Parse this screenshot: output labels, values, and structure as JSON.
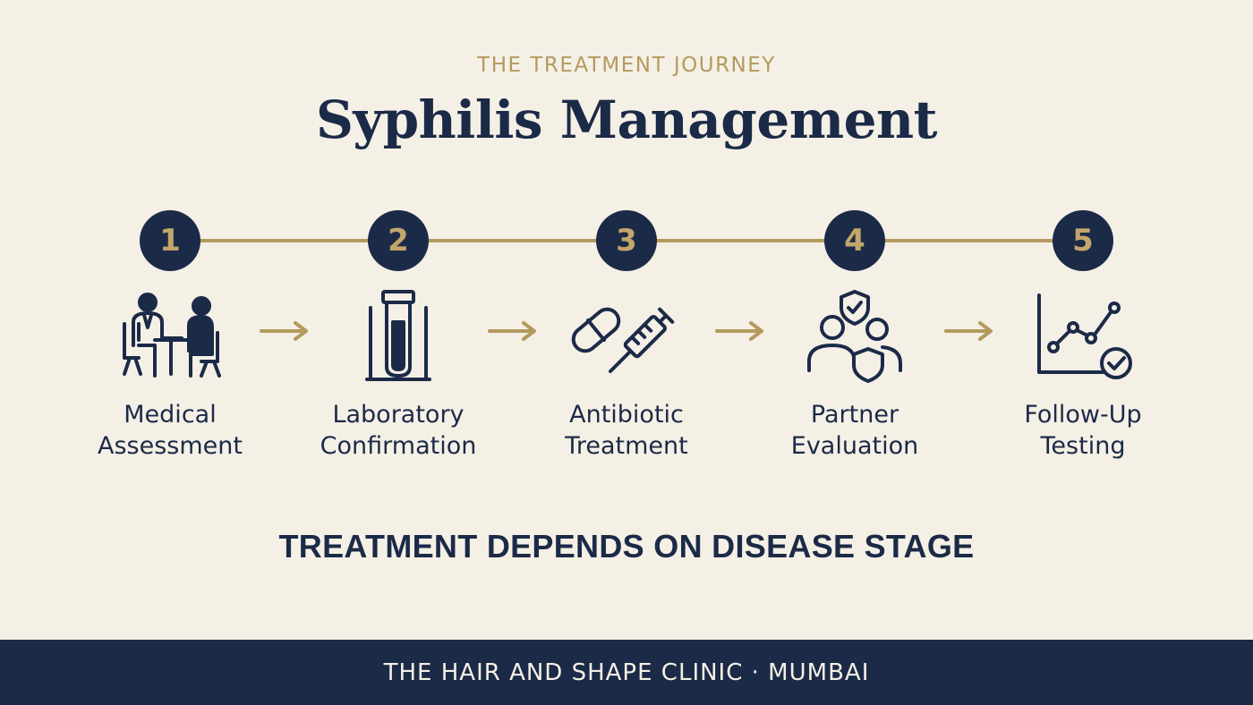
{
  "header": {
    "eyebrow": "THE TREATMENT JOURNEY",
    "title": "Syphilis Management"
  },
  "steps": [
    {
      "number": "1",
      "icon": "doctor-consultation-icon",
      "label_line1": "Medical",
      "label_line2": "Assessment"
    },
    {
      "number": "2",
      "icon": "test-tube-icon",
      "label_line1": "Laboratory",
      "label_line2": "Confirmation"
    },
    {
      "number": "3",
      "icon": "pill-syringe-icon",
      "label_line1": "Antibiotic",
      "label_line2": "Treatment"
    },
    {
      "number": "4",
      "icon": "partners-shield-icon",
      "label_line1": "Partner",
      "label_line2": "Evaluation"
    },
    {
      "number": "5",
      "icon": "trend-chart-check-icon",
      "label_line1": "Follow-Up",
      "label_line2": "Testing"
    }
  ],
  "tagline": "TREATMENT DEPENDS ON DISEASE STAGE",
  "footer": {
    "text": "THE HAIR AND SHAPE CLINIC · MUMBAI"
  },
  "colors": {
    "background": "#f5f0e6",
    "navy": "#1b2a47",
    "gold": "#b49a5e"
  }
}
